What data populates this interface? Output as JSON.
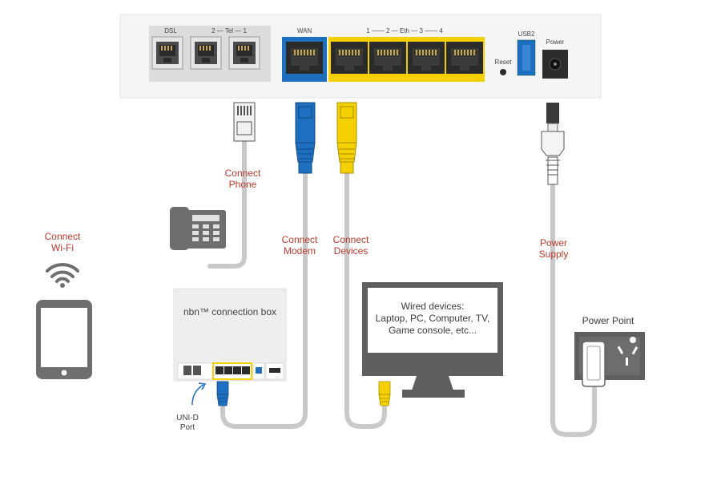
{
  "router": {
    "port_labels": {
      "dsl": "DSL",
      "tel": "2 — Tel — 1",
      "wan": "WAN",
      "eth": "1 —— 2 — Eth — 3 —— 4",
      "reset": "Reset",
      "usb": "USB2",
      "power": "Power"
    }
  },
  "labels": {
    "phone": [
      "Connect",
      "Phone"
    ],
    "modem": [
      "Connect",
      "Modem"
    ],
    "devices": [
      "Connect",
      "Devices"
    ],
    "power_supply": [
      "Power",
      "Supply"
    ],
    "wifi": [
      "Connect",
      "Wi-Fi"
    ],
    "uni_d": [
      "UNI-D",
      "Port"
    ],
    "power_point": "Power Point"
  },
  "nbn_box": {
    "title": "nbn™ connection box"
  },
  "monitor": {
    "lines": [
      "Wired devices:",
      "Laptop, PC, Computer, TV,",
      "Game console, etc..."
    ]
  },
  "colors": {
    "wan_blue": "#1f6fc0",
    "eth_yellow": "#f5d000",
    "label_red": "#c0392b",
    "device_gray": "#6e6e6e"
  }
}
